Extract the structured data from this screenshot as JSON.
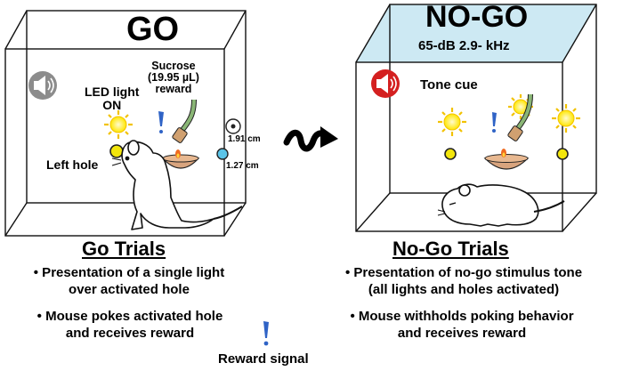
{
  "go_panel": {
    "title": "GO",
    "sucrose_label": [
      "Sucrose",
      "(19.95 µL)",
      "reward"
    ],
    "led_label": [
      "LED light",
      "ON"
    ],
    "left_hole_label": "Left hole",
    "hole_diameter_label": "1.91 cm",
    "led_diameter_label": "1.27 cm",
    "speaker_color": "#8c8c8c",
    "heading": "Go Trials",
    "bullets": [
      [
        "• Presentation of a single light",
        "over activated hole"
      ],
      [
        "• Mouse pokes activated hole",
        "and receives reward"
      ]
    ]
  },
  "nogo_panel": {
    "title": "NO-GO",
    "tone_spec": "65-dB 2.9- kHz",
    "tone_cue_label": "Tone cue",
    "speaker_color": "#d42020",
    "ceiling_color": "#cde9f3",
    "heading": "No-Go Trials",
    "bullets": [
      [
        "• Presentation of no-go stimulus tone",
        "(all lights and holes activated)"
      ],
      [
        "• Mouse withholds poking behavior",
        "and receives reward"
      ]
    ]
  },
  "legend": {
    "reward_signal_label": "Reward signal"
  },
  "colors": {
    "light_yellow": "#ffe600",
    "hole_yellow": "#f3e60c",
    "bowl": "#d8a47e",
    "tube_green": "#8ab676",
    "reward_signal_blue": "#2f63c6",
    "small_hole_blue": "#5bc4e8"
  }
}
